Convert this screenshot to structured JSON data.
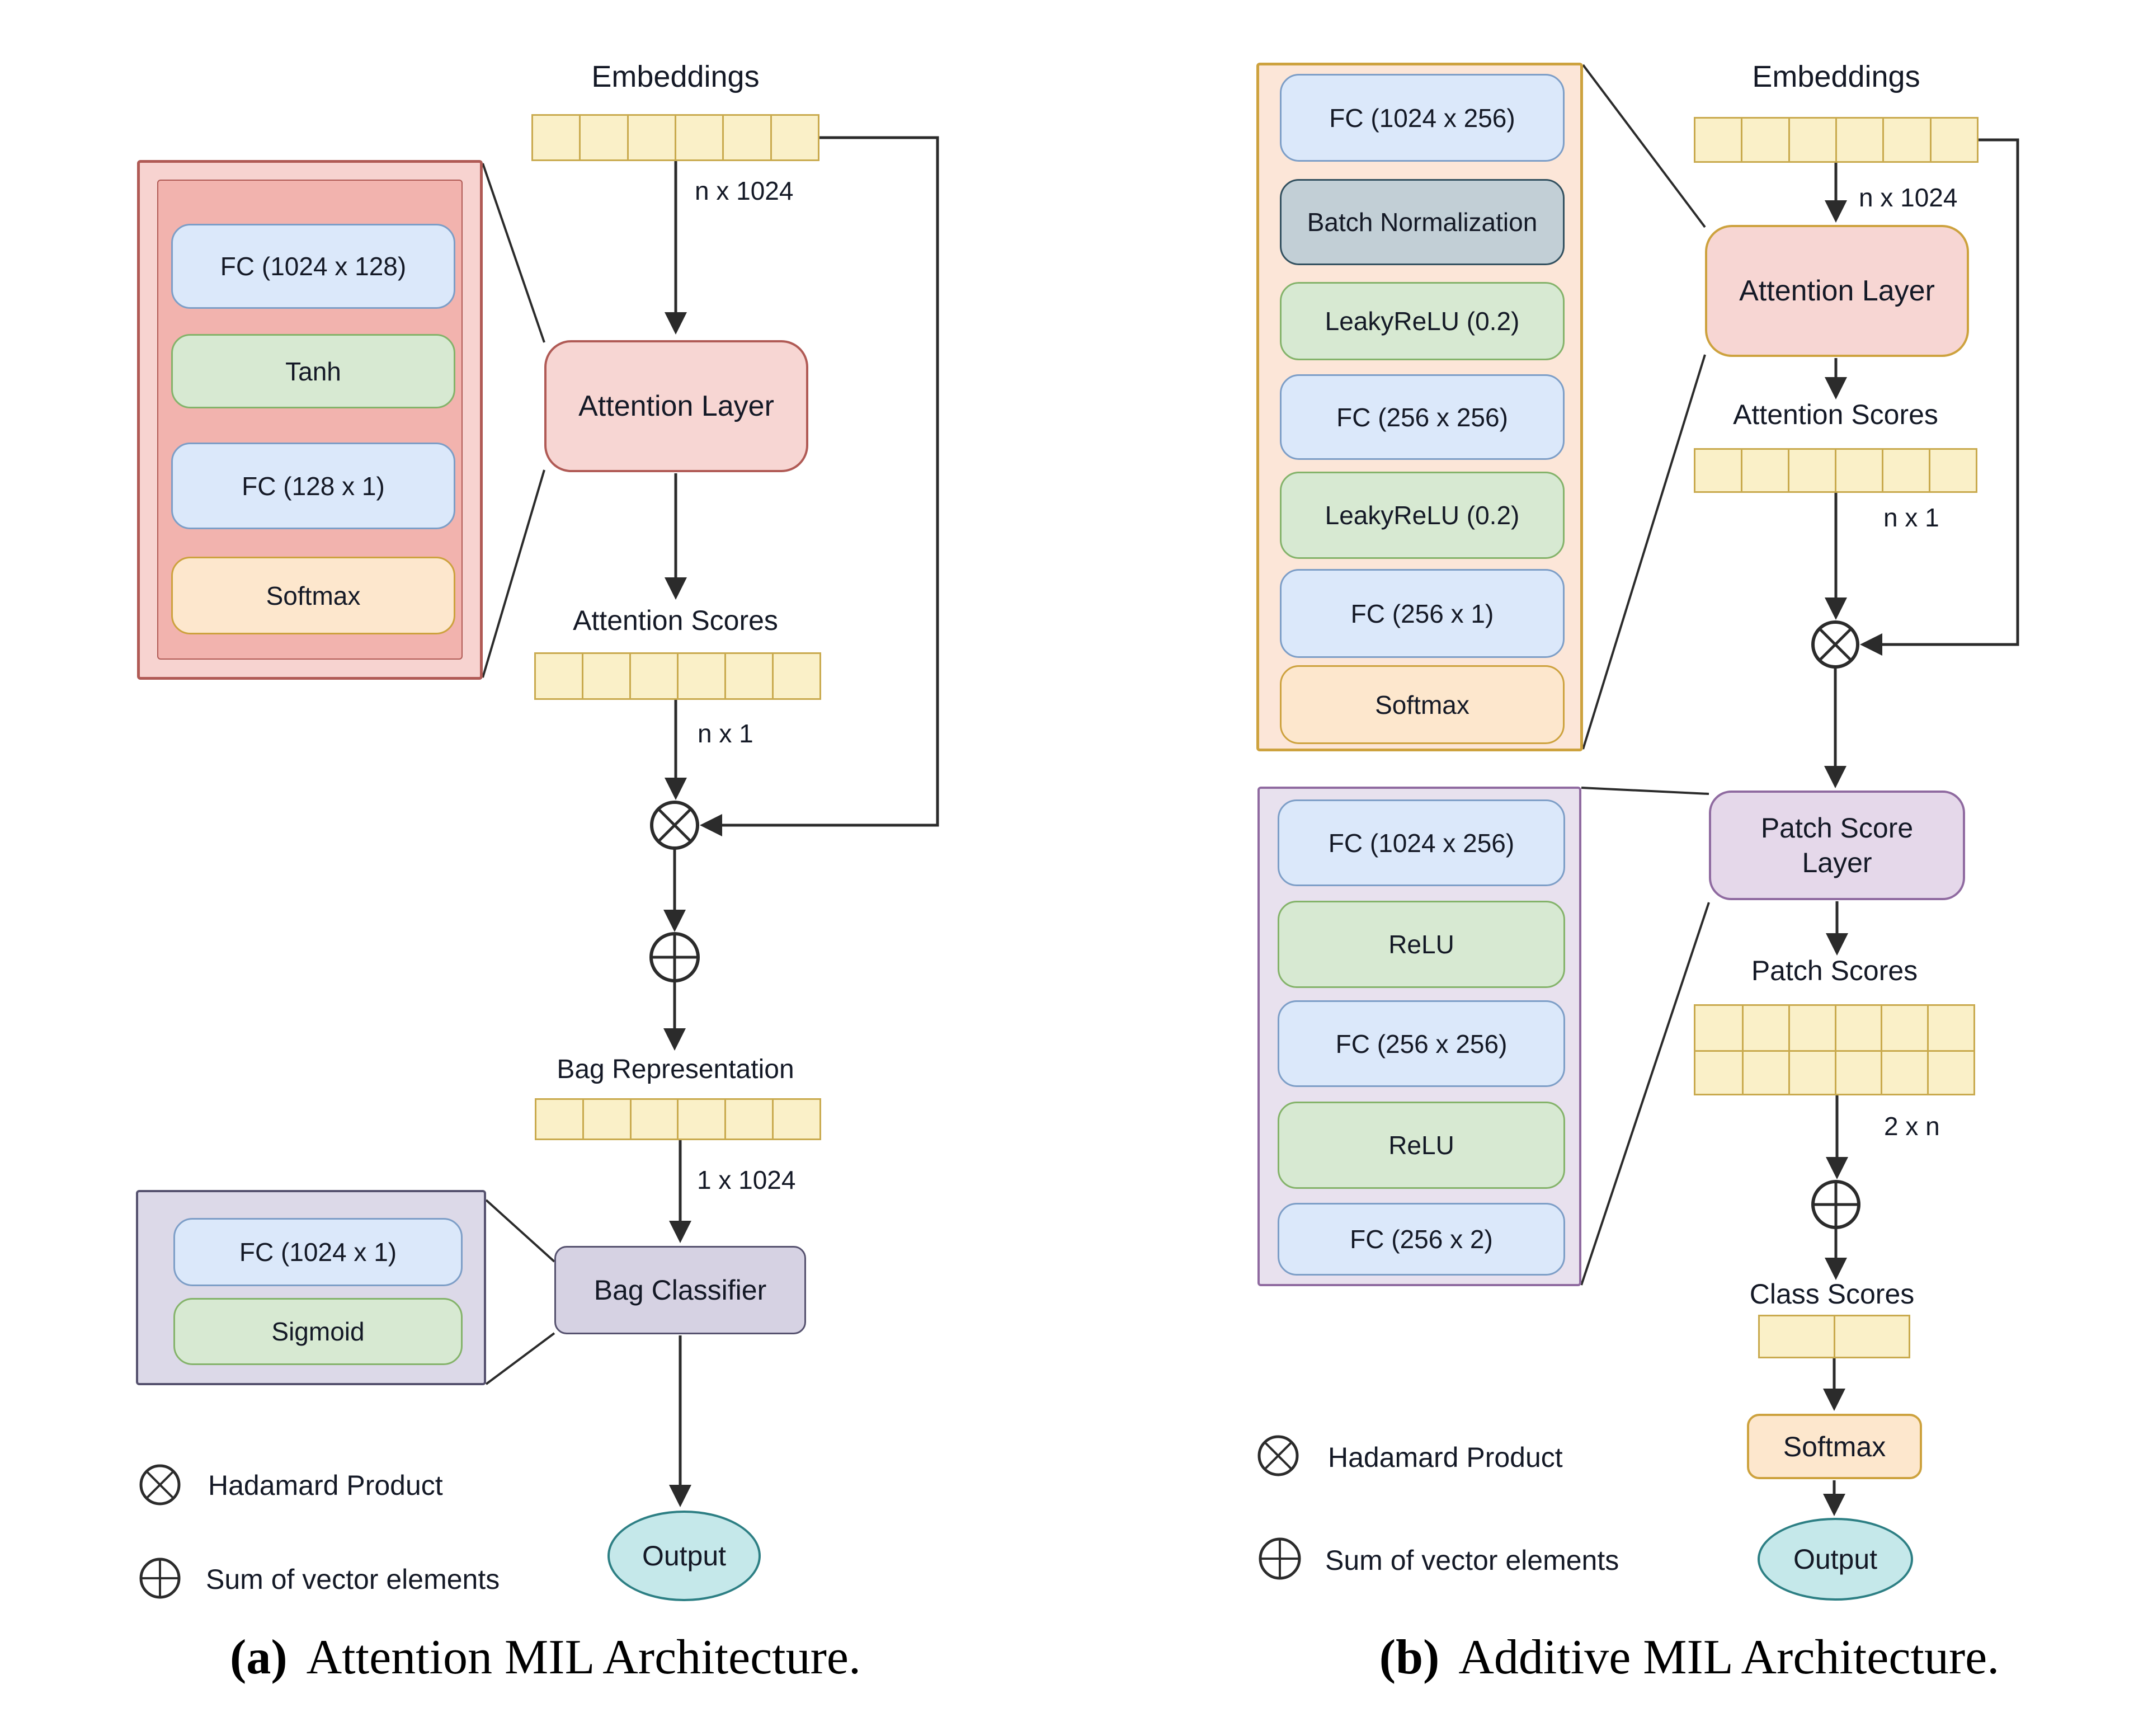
{
  "colors": {
    "cell_fill": "#faf0c8",
    "cell_border": "#c9aa4e",
    "blue_fill": "#dbe8fa",
    "blue_border": "#7d9ec7",
    "green_fill": "#d7e9d2",
    "green_border": "#84b36a",
    "orange_fill": "#fde7cd",
    "gold_border": "#cda23e",
    "gray_fill": "#c2cfd6",
    "gray_border": "#32505f",
    "pink_fill": "#f7d6d3",
    "pink_border": "#b05a55",
    "red_inset_outer": "#f7d3d0",
    "red_inset_inner": "#f2b3ae",
    "peach_inset": "#fce6d8",
    "purple_fill": "#e5d8ea",
    "purple_border": "#8f6aa0",
    "purple_inset": "#e8e1ee",
    "classifier_fill": "#d6d2e3",
    "classifier_inset": "#dcd9e8",
    "classifier_border": "#55516e",
    "teal_fill": "#c5e8ea",
    "teal_border": "#2d7f84",
    "line_color": "#2b2b2b",
    "text_color": "#141926"
  },
  "diagram_a": {
    "caption_prefix": "(a)",
    "caption_text": "Attention MIL Architecture.",
    "embeddings_label": "Embeddings",
    "embeddings_dim": "n x 1024",
    "embeddings_cells": 6,
    "attention_layer_label": "Attention Layer",
    "attention_scores_label": "Attention Scores",
    "attention_scores_dim": "n x 1",
    "attention_scores_cells": 6,
    "bag_representation_label": "Bag Representation",
    "bag_representation_dim": "1 x 1024",
    "bag_representation_cells": 6,
    "bag_classifier_label": "Bag Classifier",
    "output_label": "Output",
    "attention_inset": [
      {
        "label": "FC (1024 x 128)",
        "type": "fc"
      },
      {
        "label": "Tanh",
        "type": "activation"
      },
      {
        "label": "FC (128 x 1)",
        "type": "fc"
      },
      {
        "label": "Softmax",
        "type": "softmax"
      }
    ],
    "classifier_inset": [
      {
        "label": "FC (1024 x 1)",
        "type": "fc"
      },
      {
        "label": "Sigmoid",
        "type": "activation"
      }
    ]
  },
  "diagram_b": {
    "caption_prefix": "(b)",
    "caption_text": "Additive MIL Architecture.",
    "embeddings_label": "Embeddings",
    "embeddings_dim": "n x 1024",
    "embeddings_cells": 6,
    "attention_layer_label": "Attention Layer",
    "attention_scores_label": "Attention Scores",
    "attention_scores_dim": "n x 1",
    "attention_scores_cells": 6,
    "patch_score_layer_label": "Patch Score Layer",
    "patch_scores_label": "Patch Scores",
    "patch_scores_dim": "2 x n",
    "patch_scores_grid": "2 x 6",
    "class_scores_label": "Class Scores",
    "class_scores_cells": 2,
    "softmax_label": "Softmax",
    "output_label": "Output",
    "attention_inset": [
      {
        "label": "FC (1024 x 256)",
        "type": "fc"
      },
      {
        "label": "Batch Normalization",
        "type": "batchnorm"
      },
      {
        "label": "LeakyReLU (0.2)",
        "type": "activation"
      },
      {
        "label": "FC (256 x 256)",
        "type": "fc"
      },
      {
        "label": "LeakyReLU (0.2)",
        "type": "activation"
      },
      {
        "label": "FC (256 x 1)",
        "type": "fc"
      },
      {
        "label": "Softmax",
        "type": "softmax"
      }
    ],
    "patch_inset": [
      {
        "label": "FC (1024 x 256)",
        "type": "fc"
      },
      {
        "label": "ReLU",
        "type": "activation"
      },
      {
        "label": "FC (256 x 256)",
        "type": "fc"
      },
      {
        "label": "ReLU",
        "type": "activation"
      },
      {
        "label": "FC (256 x 2)",
        "type": "fc"
      }
    ]
  },
  "legend": {
    "hadamard_label": "Hadamard Product",
    "sum_label": "Sum of vector elements"
  }
}
